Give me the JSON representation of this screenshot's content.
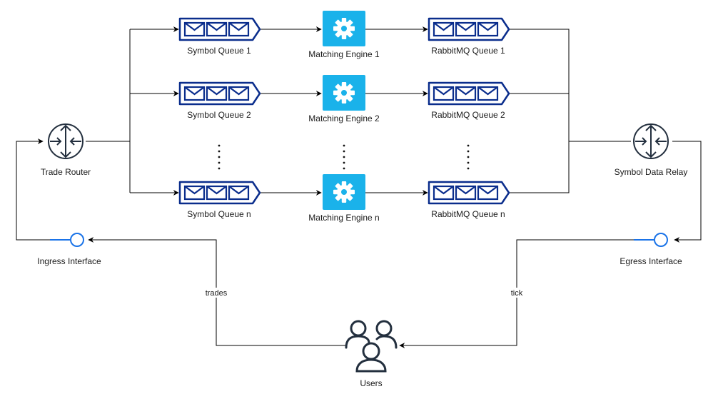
{
  "nodes": {
    "trade_router": {
      "label": "Trade Router",
      "icon": "router-icon"
    },
    "symbol_data_relay": {
      "label": "Symbol Data Relay",
      "icon": "router-icon"
    },
    "ingress_interface": {
      "label": "Ingress Interface",
      "icon": "interface-icon"
    },
    "egress_interface": {
      "label": "Egress Interface",
      "icon": "interface-icon"
    },
    "users": {
      "label": "Users",
      "icon": "users-icon"
    }
  },
  "rows": [
    {
      "queue": "Symbol Queue 1",
      "engine": "Matching Engine 1",
      "rabbit": "RabbitMQ Queue 1"
    },
    {
      "queue": "Symbol Queue 2",
      "engine": "Matching Engine 2",
      "rabbit": "RabbitMQ Queue 2"
    },
    {
      "queue": "Symbol Queue n",
      "engine": "Matching Engine n",
      "rabbit": "RabbitMQ Queue n"
    }
  ],
  "edges": {
    "trades": "trades",
    "tick": "tick"
  },
  "colors": {
    "queue_blue": "#0a2d8c",
    "engine_fill": "#1ab2ea",
    "interface_blue": "#1a73e8",
    "icon_dark": "#232f3e"
  }
}
